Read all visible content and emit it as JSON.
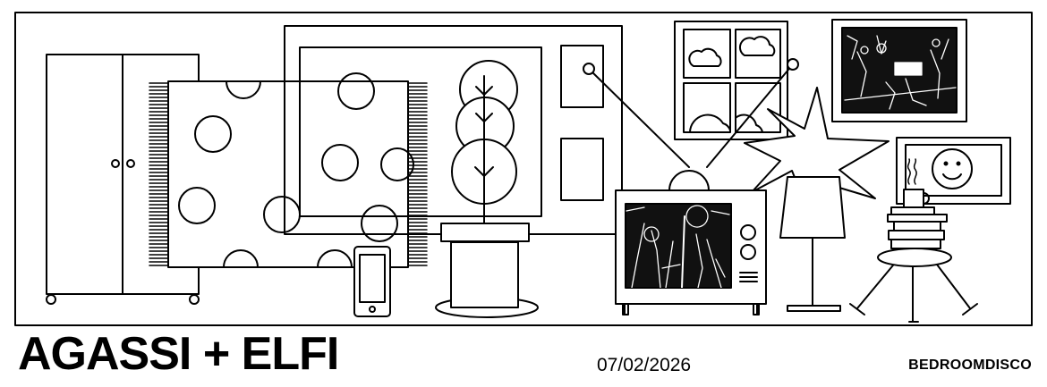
{
  "poster": {
    "title": "AGASSI + ELFI",
    "date": "07/02/2026",
    "brand": "BEDROOMDISCO"
  },
  "colors": {
    "ink": "#000000",
    "paper": "#ffffff"
  }
}
